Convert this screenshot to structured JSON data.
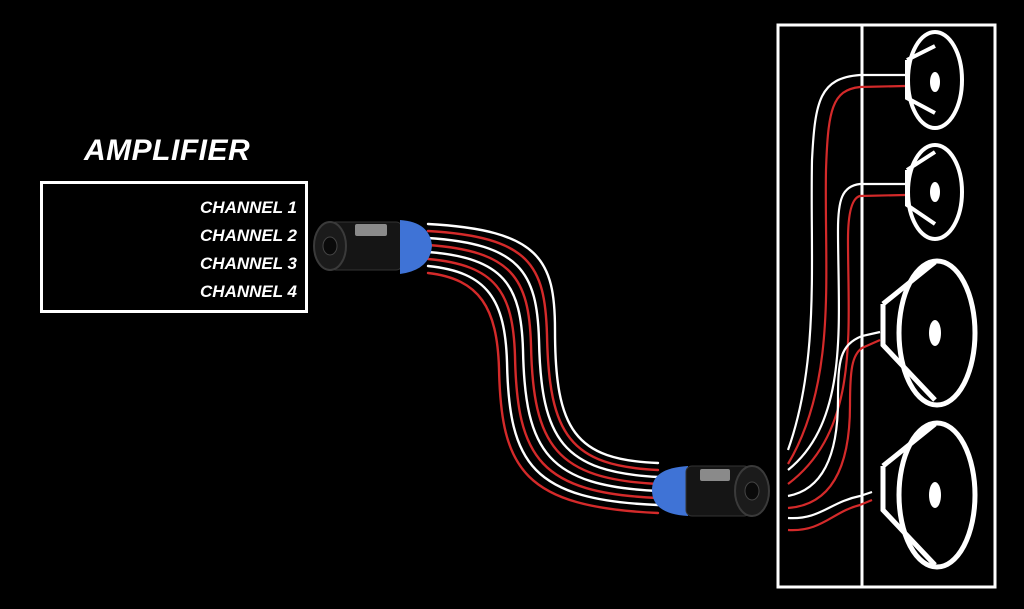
{
  "diagram": {
    "title": "AMPLIFIER",
    "channels": [
      "CHANNEL 1",
      "CHANNEL 2",
      "CHANNEL 3",
      "CHANNEL 4"
    ],
    "colors": {
      "background": "#000000",
      "line": "#ffffff",
      "wire_positive": "#d42a2a",
      "wire_negative": "#ffffff",
      "connector_collar": "#3f73d6",
      "connector_body": "#141414"
    },
    "components": {
      "source": "Amplifier (4 channels)",
      "cable": "8-conductor speaker cable (4 red/white pairs)",
      "connectors": [
        "speakON connector (amp end)",
        "speakON connector (cabinet end)"
      ],
      "cabinet": "Speaker cabinet with 2 tweeters and 2 woofers"
    }
  }
}
